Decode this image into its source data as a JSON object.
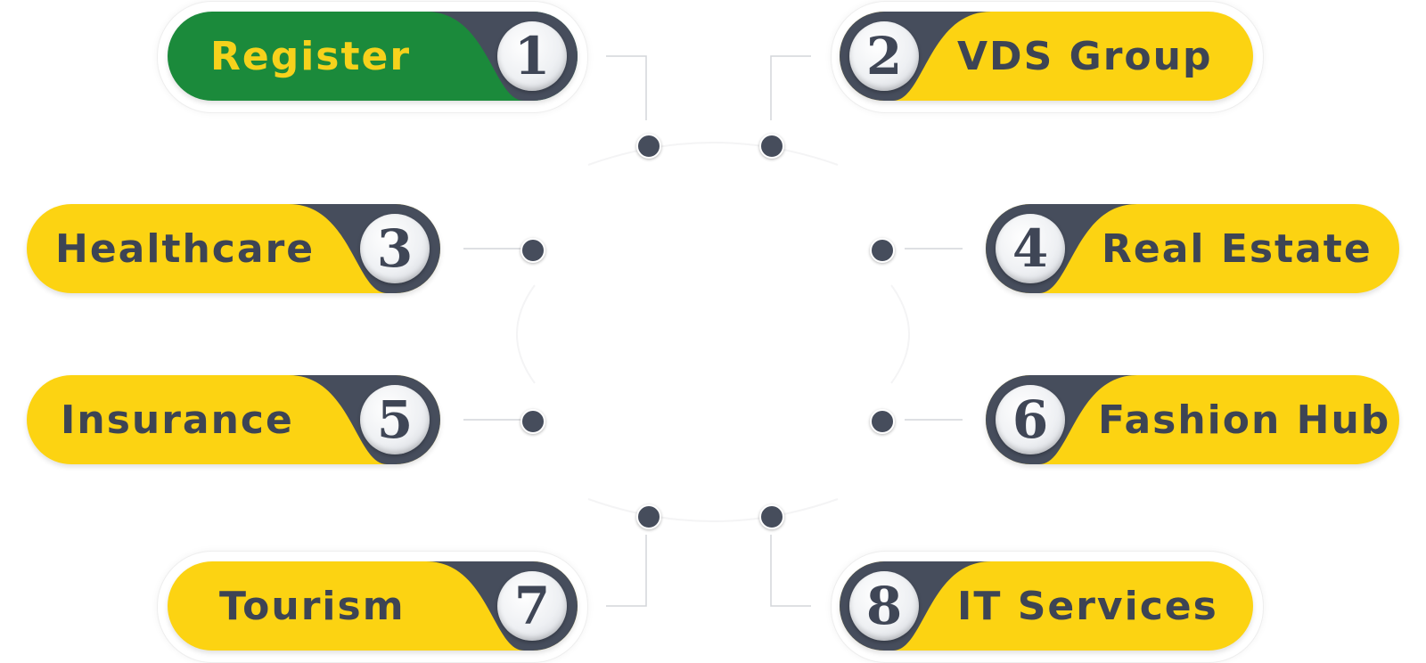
{
  "colors": {
    "yellow": "#fcd312",
    "green": "#1b8a3b",
    "dark": "#464d5c",
    "text_dark": "#3d4454",
    "text_on_green": "#f6d21c",
    "connector": "#d4d6da"
  },
  "steps": [
    {
      "number": "1",
      "label": "Register",
      "highlight": true
    },
    {
      "number": "2",
      "label": "VDS Group",
      "highlight": false
    },
    {
      "number": "3",
      "label": "Healthcare",
      "highlight": false
    },
    {
      "number": "4",
      "label": "Real Estate",
      "highlight": false
    },
    {
      "number": "5",
      "label": "Insurance",
      "highlight": false
    },
    {
      "number": "6",
      "label": "Fashion Hub",
      "highlight": false
    },
    {
      "number": "7",
      "label": "Tourism",
      "highlight": false
    },
    {
      "number": "8",
      "label": "IT Services",
      "highlight": false
    }
  ]
}
